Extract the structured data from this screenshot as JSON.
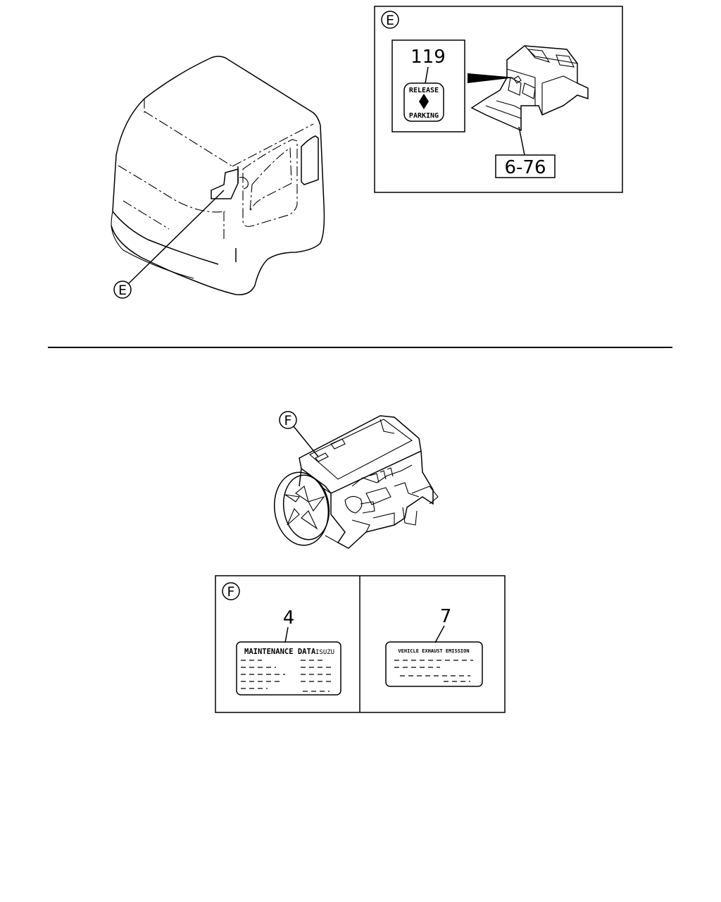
{
  "callouts": {
    "cab_ref": "E",
    "detail_e": "E",
    "engine_ref": "F",
    "detail_f": "F"
  },
  "detail_e": {
    "part_number": "119",
    "label_top": "RELEASE",
    "label_bottom": "PARKING",
    "ref_page": "6-76"
  },
  "detail_f": {
    "left_part_number": "4",
    "left_label_title": "MAINTENANCE DATA",
    "left_label_brand": "ISUZU",
    "right_part_number": "7",
    "right_label_title": "VEHICLE EXHAUST EMISSION"
  }
}
